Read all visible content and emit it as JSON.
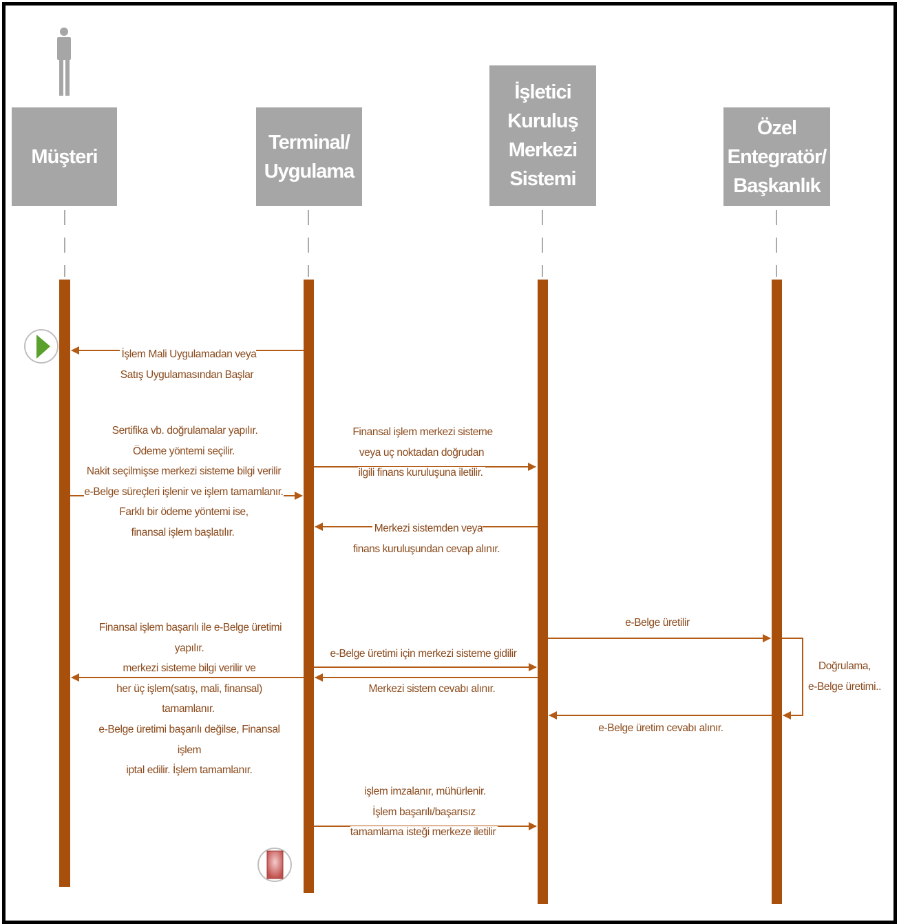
{
  "participants": [
    {
      "id": "musteri",
      "label": "Müşteri"
    },
    {
      "id": "terminal",
      "label": "Terminal/\nUygulama"
    },
    {
      "id": "isletici",
      "label": "İşletici Kuruluş\nMerkezi\nSistemi"
    },
    {
      "id": "ozel",
      "label": "Özel\nEntegratör/\nBaşkanlık"
    }
  ],
  "messages": {
    "m1": "İşlem Mali Uygulamadan veya\nSatış Uygulamasından Başlar",
    "m2": "Sertifika vb. doğrulamalar yapılır.\nÖdeme yöntemi seçilir.\nNakit seçilmişse merkezi sisteme bilgi verilir\ne-Belge süreçleri işlenir ve işlem tamamlanır.\nFarklı bir ödeme yöntemi ise,\nfinansal işlem başlatılır.",
    "m3": "Finansal işlem merkezi sisteme\nveya uç noktadan doğrudan\nilgili finans kuruluşuna iletilir.",
    "m4": "Merkezi sistemden veya\nfinans kuruluşundan cevap alınır.",
    "m5": "e-Belge üretilir",
    "m6": "Doğrulama,\ne-Belge üretimi..",
    "m7": "e-Belge üretimi için merkezi sisteme gidilir",
    "m8": "Merkezi sistem cevabı alınır.",
    "m9": "e-Belge üretim cevabı alınır.",
    "m10": "Finansal işlem başarılı ile e-Belge üretimi yapılır.\nmerkezi sisteme bilgi verilir ve\nher üç işlem(satış, mali, finansal)\ntamamlanır.",
    "m11": "e-Belge üretimi başarılı değilse, Finansal işlem\niptal edilir. İşlem tamamlanır.",
    "m12": "işlem imzalanır, mühürlenir.\nİşlem başarılı/başarısız\ntamamlama isteği merkeze iletilir"
  },
  "colors": {
    "lifeline": "#a84f0c",
    "arrow": "#b35a14",
    "box": "#a6a6a6",
    "text": "#8a4a1c",
    "start": "#5aa02c",
    "stop": "#c0504d"
  },
  "icons": [
    "actor-icon",
    "start-icon",
    "stop-icon"
  ]
}
